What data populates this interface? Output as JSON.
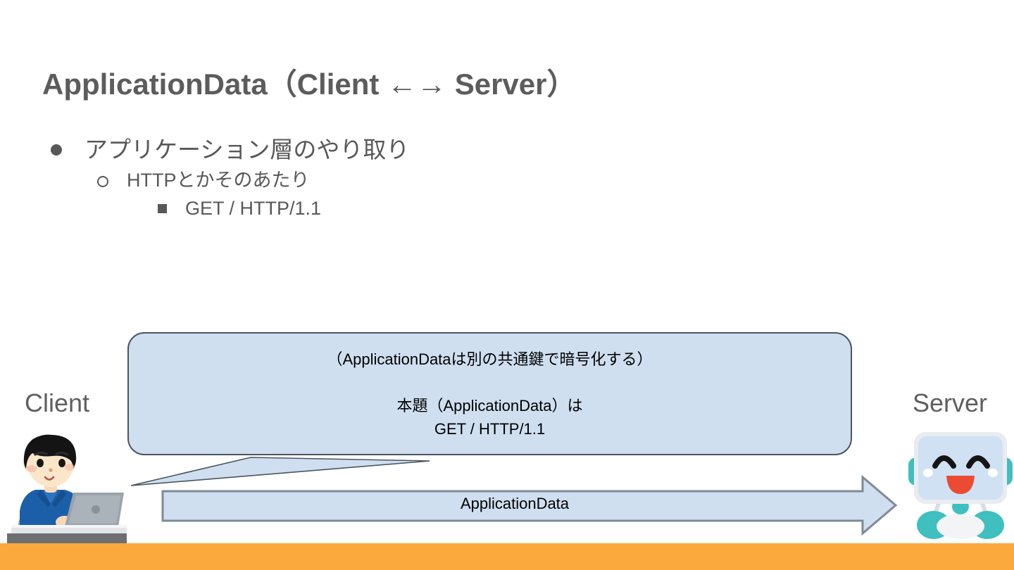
{
  "slide": {
    "title": "ApplicationData（Client ←→ Server）",
    "background_color": "#ffffff",
    "title_color": "#5c5c5c",
    "accent_bar_color": "#fba93c"
  },
  "bullets": [
    {
      "level": 1,
      "marker": "filled-disc",
      "text": "アプリケーション層のやり取り"
    },
    {
      "level": 2,
      "marker": "hollow-circle",
      "text": "HTTPとかそのあたり"
    },
    {
      "level": 3,
      "marker": "filled-square",
      "text": "GET / HTTP/1.1"
    }
  ],
  "diagram": {
    "client_label": "Client",
    "server_label": "Server",
    "bubble": {
      "text": "（ApplicationDataは別の共通鍵で暗号化する）\n\n本題（ApplicationData）は\nGET / HTTP/1.1",
      "fill_color": "#cfdff0",
      "border_color": "#4c5560"
    },
    "arrow": {
      "label": "ApplicationData",
      "direction": "client-to-server",
      "fill_color": "#cfdff0",
      "border_color": "#7f8a96"
    },
    "client_icon": "person-at-laptop-icon",
    "server_icon": "smiling-robot-icon"
  }
}
